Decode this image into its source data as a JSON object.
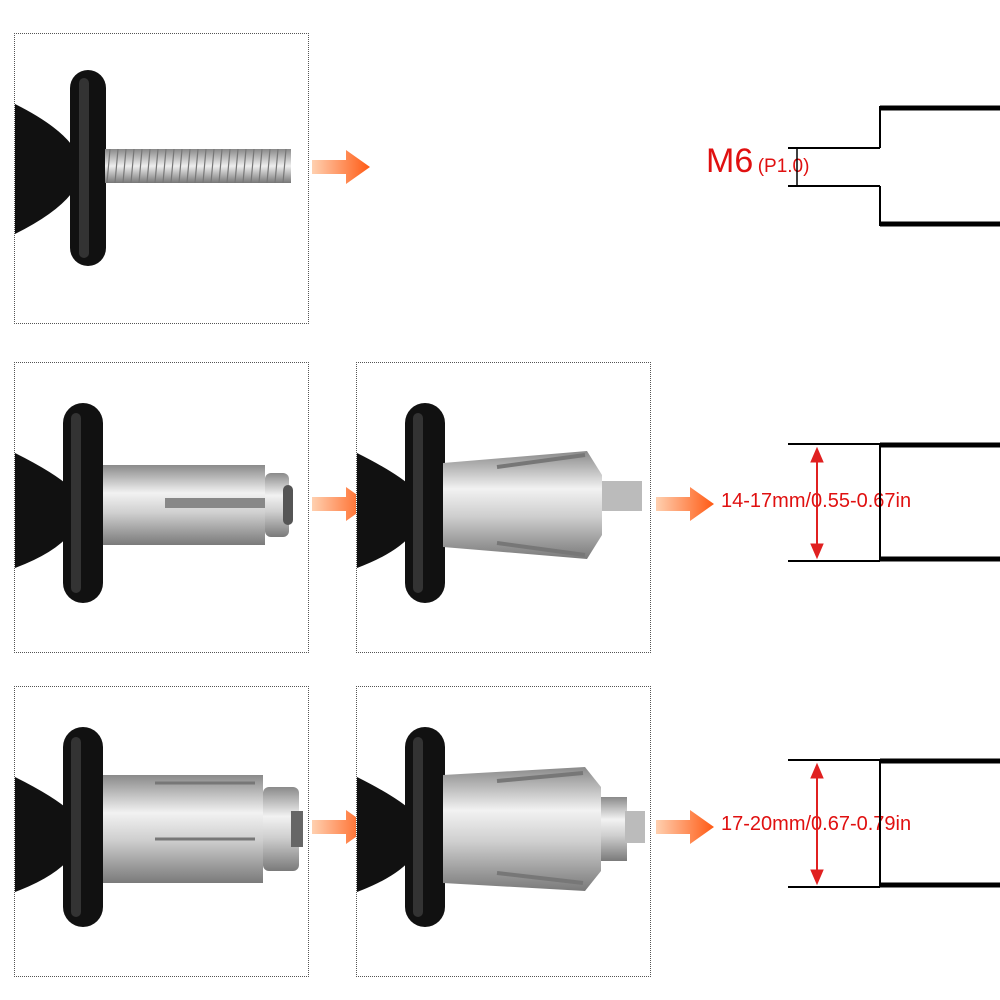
{
  "colors": {
    "label_red": "#e01010",
    "arrow_orange": "#ff5a14",
    "knob_black": "#111111",
    "metal_silver": "#c8c8c8",
    "dim_arrow_red": "#e02020"
  },
  "thread": {
    "size_label": "M6",
    "pitch_label": "(P1.0)"
  },
  "ranges": [
    {
      "text": "14-17mm/0.55-0.67in"
    },
    {
      "text": "17-20mm/0.67-0.79in"
    }
  ],
  "icons": {
    "flow_arrow": "arrow-right-icon",
    "dimension_arrow": "double-arrow-vertical-icon"
  }
}
